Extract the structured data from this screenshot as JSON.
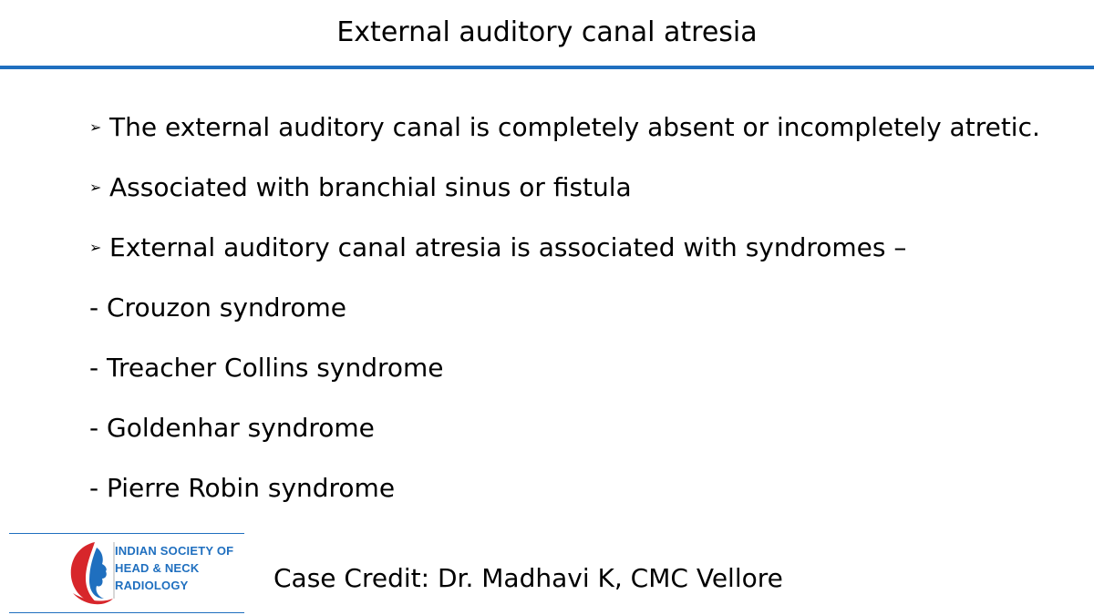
{
  "slide": {
    "title": "External auditory canal atresia",
    "bullets": [
      {
        "marker": "➢",
        "text": "The external auditory canal is completely absent or incompletely atretic."
      },
      {
        "marker": "➢",
        "text": "Associated with branchial sinus or fistula"
      },
      {
        "marker": "➢",
        "text": "External auditory canal atresia is associated with syndromes –"
      }
    ],
    "syndromes": [
      "- Crouzon syndrome",
      "- Treacher Collins syndrome",
      "- Goldenhar syndrome",
      "- Pierre Robin syndrome"
    ],
    "credit": "Case Credit: Dr. Madhavi K, CMC Vellore"
  },
  "logo": {
    "line1": "INDIAN SOCIETY OF",
    "line2": "HEAD & NECK",
    "line3": "RADIOLOGY"
  },
  "colors": {
    "accent": "#1f6fbf",
    "logo_red": "#d7262b",
    "logo_blue": "#1f6fbf"
  }
}
